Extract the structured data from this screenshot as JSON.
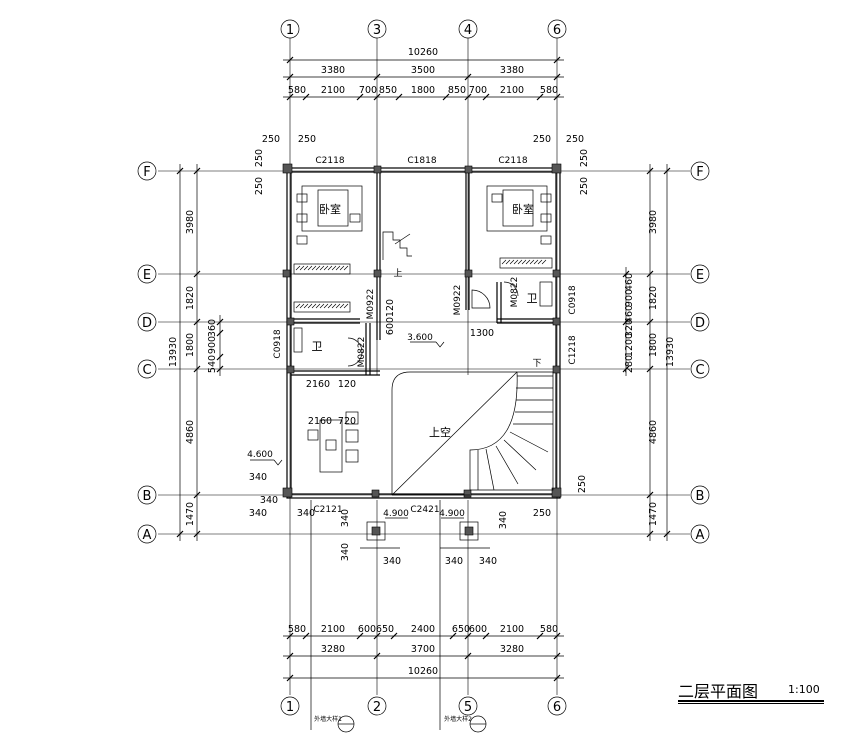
{
  "title": "二层平面图",
  "scale": "1:100",
  "axes": {
    "vertical_top": [
      "1",
      "3",
      "4",
      "6"
    ],
    "vertical_bottom": [
      "1",
      "2",
      "5",
      "6"
    ],
    "horizontal_left": [
      "F",
      "E",
      "D",
      "C",
      "B",
      "A"
    ],
    "horizontal_right": [
      "F",
      "E",
      "D",
      "C",
      "B",
      "A"
    ]
  },
  "dims": {
    "top_total": "10260",
    "top_mid": [
      "3380",
      "3500",
      "3380"
    ],
    "top_small": [
      "580",
      "2100",
      "700",
      "850",
      "1800",
      "850",
      "700",
      "2100",
      "580"
    ],
    "bottom_small": [
      "580",
      "2100",
      "600",
      "650",
      "2400",
      "650",
      "600",
      "2100",
      "580"
    ],
    "bottom_mid": [
      "3280",
      "3700",
      "3280"
    ],
    "bottom_total": "10260",
    "left_outer": "13930",
    "left_mid": [
      "3980",
      "1820",
      "1800",
      "4860",
      "1470"
    ],
    "left_small": [
      "540",
      "900",
      "360"
    ],
    "right_outer": "13930",
    "right_mid": [
      "3980",
      "1820",
      "1800",
      "4860",
      "1470"
    ],
    "right_small_a": [
      "460",
      "900",
      "460"
    ],
    "right_small_b": [
      "320",
      "1200",
      "280"
    ],
    "misc": [
      "250",
      "250",
      "250",
      "250",
      "250",
      "250",
      "250",
      "250",
      "250",
      "250",
      "600",
      "120",
      "2160",
      "120",
      "2160",
      "720",
      "1300",
      "340",
      "340",
      "340",
      "340",
      "340",
      "340",
      "340",
      "340",
      "340",
      "340"
    ]
  },
  "labels": {
    "windows": [
      "C2118",
      "C1818",
      "C2118",
      "C0918",
      "C0918",
      "C1218",
      "C2121",
      "C2421"
    ],
    "doors": [
      "M0922",
      "M0922",
      "M0822",
      "M0822"
    ],
    "elevations": [
      "3.600",
      "4.600",
      "4.900",
      "4.900"
    ],
    "rooms": [
      "卧室",
      "卧室",
      "卫",
      "卫",
      "上空"
    ],
    "stair_up": "上",
    "stair_down": "下",
    "detail_1": "外墙大样1",
    "detail_2": "外墙大样2"
  }
}
